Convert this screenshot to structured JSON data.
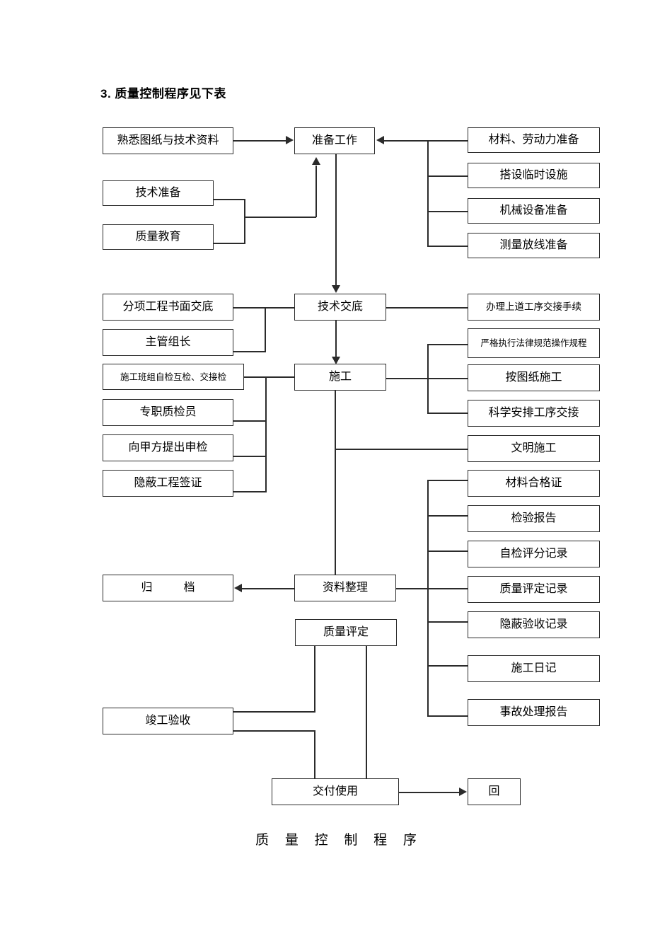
{
  "document": {
    "title": "3. 质量控制程序见下表",
    "caption": "质 量 控 制 程 序"
  },
  "flowchart": {
    "type": "flowchart",
    "orientation": "top-to-bottom",
    "main_nodes": [
      {
        "id": "prep",
        "label": "准备工作"
      },
      {
        "id": "disclosure",
        "label": "技术交底"
      },
      {
        "id": "construction",
        "label": "施工"
      },
      {
        "id": "archiving",
        "label": "资料整理"
      },
      {
        "id": "evaluation",
        "label": "质量评定"
      },
      {
        "id": "handover",
        "label": "交付使用"
      }
    ],
    "left_nodes": [
      {
        "id": "drawings",
        "label": "熟悉图纸与技术资料"
      },
      {
        "id": "tech-prep",
        "label": "技术准备"
      },
      {
        "id": "quality-edu",
        "label": "质量教育"
      },
      {
        "id": "written-dis",
        "label": "分项工程书面交底"
      },
      {
        "id": "group-leader",
        "label": "主管组长"
      },
      {
        "id": "team-check",
        "label": "施工班组自检互检、交接检"
      },
      {
        "id": "inspector",
        "label": "专职质检员"
      },
      {
        "id": "owner-apply",
        "label": "向甲方提出申检"
      },
      {
        "id": "concealed-sig",
        "label": "隐蔽工程签证"
      },
      {
        "id": "filing",
        "label": "归        档"
      },
      {
        "id": "completion",
        "label": "竣工验收"
      }
    ],
    "right_nodes": [
      {
        "id": "material-labor",
        "label": "材料、劳动力准备"
      },
      {
        "id": "temp-facility",
        "label": "搭设临时设施"
      },
      {
        "id": "machinery",
        "label": "机械设备准备"
      },
      {
        "id": "survey",
        "label": "测量放线准备"
      },
      {
        "id": "handover-proc",
        "label": "办理上道工序交接手续"
      },
      {
        "id": "law-standard",
        "label": "严格执行法律规范操作规程"
      },
      {
        "id": "by-drawings",
        "label": "按图纸施工"
      },
      {
        "id": "sci-sequence",
        "label": "科学安排工序交接"
      },
      {
        "id": "civilized",
        "label": "文明施工"
      },
      {
        "id": "mat-cert",
        "label": "材料合格证"
      },
      {
        "id": "test-report",
        "label": "检验报告"
      },
      {
        "id": "self-score",
        "label": "自检评分记录"
      },
      {
        "id": "quality-rec",
        "label": "质量评定记录"
      },
      {
        "id": "concealed-rec",
        "label": "隐蔽验收记录"
      },
      {
        "id": "site-diary",
        "label": "施工日记"
      },
      {
        "id": "accident-rep",
        "label": "事故处理报告"
      },
      {
        "id": "return",
        "label": "回"
      }
    ]
  },
  "style": {
    "line_color": "#2b2b2b",
    "background": "#ffffff",
    "text_color": "#000000"
  }
}
